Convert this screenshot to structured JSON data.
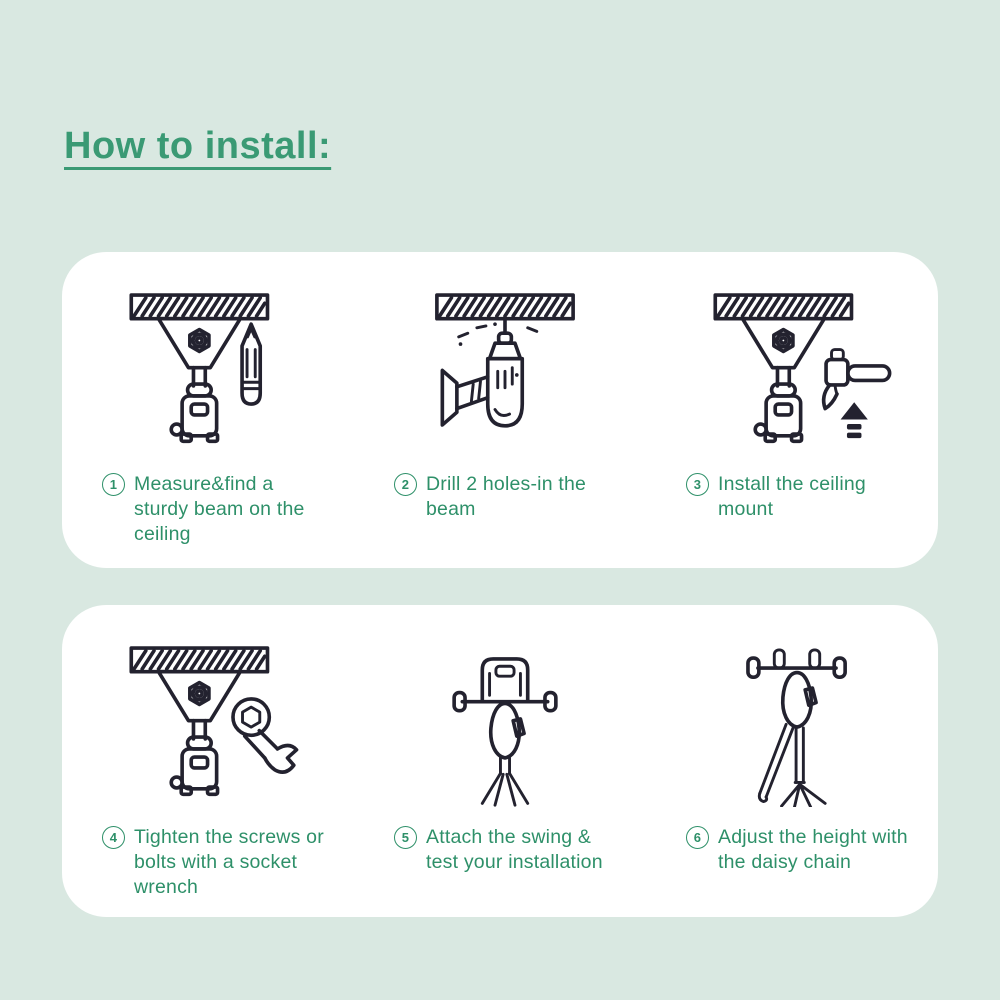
{
  "title": "How to install:",
  "colors": {
    "bg": "#d9e8e1",
    "card": "#ffffff",
    "accent": "#3a9a74",
    "text": "#2e9069",
    "line": "#23222f"
  },
  "steps": [
    {
      "num": "1",
      "text": "Measure&find a sturdy beam on the ceiling",
      "icon": "ceiling-beam-mount-pencil"
    },
    {
      "num": "2",
      "text": "Drill 2 holes-in the beam",
      "icon": "drill-under-beam"
    },
    {
      "num": "3",
      "text": "Install the ceiling mount",
      "icon": "ceiling-mount-hammer"
    },
    {
      "num": "4",
      "text": "Tighten the screws or bolts with a socket wrench",
      "icon": "ceiling-mount-socket-wrench"
    },
    {
      "num": "5",
      "text": "Attach the swing & test your installation",
      "icon": "swing-hanger-carabiner-ropes"
    },
    {
      "num": "6",
      "text": "Adjust the height with the daisy chain",
      "icon": "daisy-chain-carabiner"
    }
  ]
}
